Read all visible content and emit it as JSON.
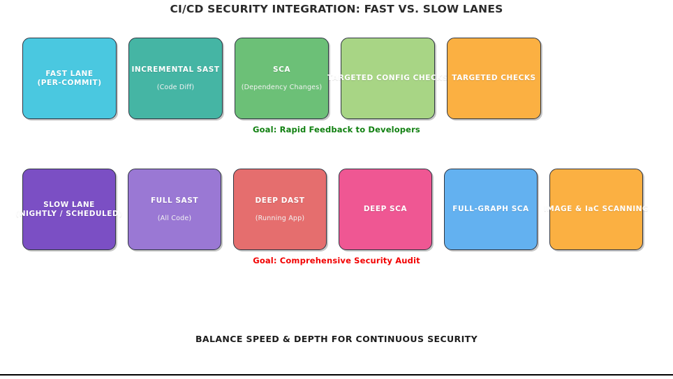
{
  "title": "CI/CD SECURITY INTEGRATION: FAST VS. SLOW LANES",
  "footer": "BALANCE SPEED & DEPTH FOR CONTINUOUS SECURITY",
  "colors": {
    "fast_goal": "#118011",
    "slow_goal": "#f20000",
    "title_text": "#2b2b2b",
    "node_border": "#2e3440",
    "node_text": "#ffffff",
    "background": "#ffffff"
  },
  "rows": [
    {
      "id": "fast-lane",
      "goal": "Goal: Rapid Feedback to Developers",
      "goal_color": "#118011",
      "nodes": [
        {
          "label": "FAST LANE\n(PER-COMMIT)",
          "label_line1": "FAST LANE",
          "label_line2": "(PER-COMMIT)",
          "sub": "",
          "color": "#4ac8e0"
        },
        {
          "label": "INCREMENTAL SAST",
          "label_line1": "INCREMENTAL SAST",
          "label_line2": "",
          "sub": "(Code Diff)",
          "color": "#45b5a4"
        },
        {
          "label": "SCA",
          "label_line1": "SCA",
          "label_line2": "",
          "sub": "(Dependency Changes)",
          "color": "#6cc077"
        },
        {
          "label": "TARGETED CONFIG CHECKS",
          "label_line1": "TARGETED CONFIG CHECKS",
          "label_line2": "",
          "sub": "",
          "color": "#a8d585"
        },
        {
          "label": "TARGETED CHECKS",
          "label_line1": "TARGETED CHECKS",
          "label_line2": "",
          "sub": "",
          "color": "#fbb042"
        }
      ]
    },
    {
      "id": "slow-lane",
      "goal": "Goal: Comprehensive Security Audit",
      "goal_color": "#f20000",
      "nodes": [
        {
          "label": "SLOW LANE\n(NIGHTLY / SCHEDULED)",
          "label_line1": "SLOW LANE",
          "label_line2": "(NIGHTLY / SCHEDULED)",
          "sub": "",
          "color": "#7b4fc4"
        },
        {
          "label": "FULL SAST",
          "label_line1": "FULL SAST",
          "label_line2": "",
          "sub": "(All Code)",
          "color": "#9a78d4"
        },
        {
          "label": "DEEP DAST",
          "label_line1": "DEEP DAST",
          "label_line2": "",
          "sub": "(Running App)",
          "color": "#e56e6e"
        },
        {
          "label": "DEEP SCA",
          "label_line1": "DEEP SCA",
          "label_line2": "",
          "sub": "",
          "color": "#ef5793"
        },
        {
          "label": "FULL-GRAPH SCA",
          "label_line1": "FULL-GRAPH SCA",
          "label_line2": "",
          "sub": "",
          "color": "#63b1f0"
        },
        {
          "label": "IMAGE & IaC SCANNING",
          "label_line1": "IMAGE & IaC SCANNING",
          "label_line2": "",
          "sub": "",
          "color": "#fbb042"
        }
      ]
    }
  ]
}
